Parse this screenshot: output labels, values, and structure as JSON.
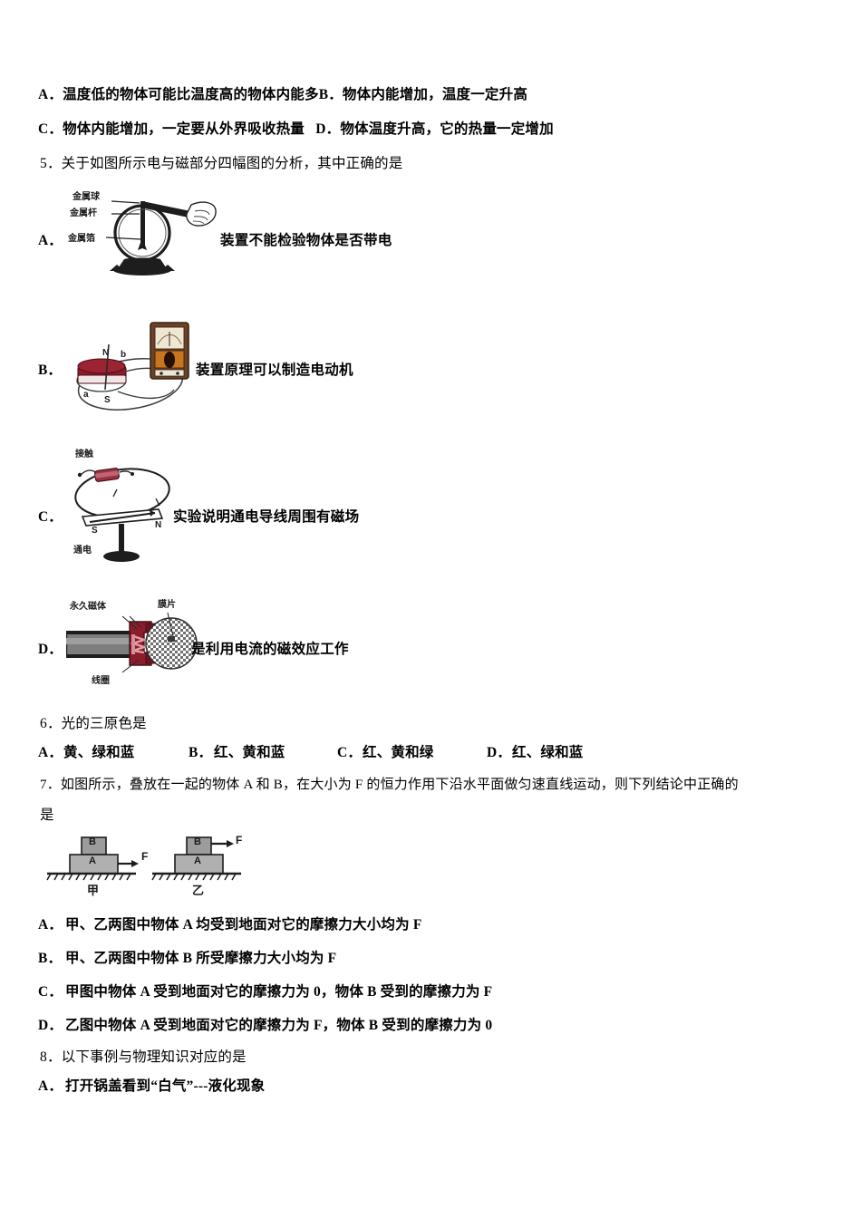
{
  "document": {
    "type": "physics-exam-paper",
    "language": "zh-CN"
  },
  "q4_options": {
    "line1": "A．温度低的物体可能比温度高的物体内能多B．物体内能增加，温度一定升高",
    "line2": "C．物体内能增加，一定要从外界吸收热量   D．物体温度升高，它的热量一定增加"
  },
  "q5": {
    "stem": "5．关于如图所示电与磁部分四幅图的分析，其中正确的是",
    "options": [
      {
        "letter": "A．",
        "description": "装置不能检验物体是否带电",
        "figure": {
          "name": "electroscope-figure",
          "labels": [
            "金属球",
            "金属杆",
            "金属箔"
          ]
        }
      },
      {
        "letter": "B．",
        "description": "装置原理可以制造电动机",
        "figure": {
          "name": "electromagnetic-induction-figure",
          "labels": [
            "N",
            "b",
            "a",
            "S"
          ]
        }
      },
      {
        "letter": "C．",
        "description": "实验说明通电导线周围有磁场",
        "figure": {
          "name": "oersted-experiment-figure",
          "labels": [
            "接触",
            "S",
            "N",
            "通电"
          ]
        }
      },
      {
        "letter": "D．",
        "description": "是利用电流的磁效应工作",
        "figure": {
          "name": "microphone-cross-section-figure",
          "labels": [
            "永久磁体",
            "膜片",
            "线圈"
          ]
        }
      }
    ]
  },
  "q6": {
    "stem": "6．光的三原色是",
    "options": [
      {
        "letter": "A．",
        "text": "黄、绿和蓝"
      },
      {
        "letter": "B．",
        "text": "红、黄和蓝"
      },
      {
        "letter": "C．",
        "text": "红、黄和绿"
      },
      {
        "letter": "D．",
        "text": "红、绿和蓝"
      }
    ]
  },
  "q7": {
    "stem_line1": "7．如图所示，叠放在一起的物体 A 和 B，在大小为 F 的恒力作用下沿水平面做匀速直线运动，则下列结论中正确的",
    "stem_line2": "是",
    "figure": {
      "name": "stacked-blocks-friction-figure",
      "panels": [
        {
          "caption": "甲",
          "blocks": [
            "B",
            "A"
          ],
          "force_label": "F",
          "force_on": "A"
        },
        {
          "caption": "乙",
          "blocks": [
            "B",
            "A"
          ],
          "force_label": "F",
          "force_on": "B"
        }
      ]
    },
    "options": [
      {
        "letter": "A．",
        "text": "甲、乙两图中物体 A 均受到地面对它的摩擦力大小均为 F"
      },
      {
        "letter": "B．",
        "text": "甲、乙两图中物体 B 所受摩擦力大小均为 F"
      },
      {
        "letter": "C．",
        "text": "甲图中物体 A 受到地面对它的摩擦力为 0，物体 B 受到的摩擦力为 F"
      },
      {
        "letter": "D．",
        "text": "乙图中物体 A 受到地面对它的摩擦力为 F，物体 B 受到的摩擦力为 0"
      }
    ]
  },
  "q8": {
    "stem": "8．以下事例与物理知识对应的是",
    "options": [
      {
        "letter": "A．",
        "text": "打开锅盖看到“白气”---液化现象"
      }
    ]
  },
  "colors": {
    "ink": "#000000",
    "magnet_red": "#8c1c2a",
    "magnet_dark": "#5a1018",
    "meter_brown": "#6b4226",
    "meter_face": "#e8dcc8",
    "block_grey": "#9a9a9a",
    "block_light": "#b4b4b4",
    "cable_grey": "#7a7a7a"
  }
}
